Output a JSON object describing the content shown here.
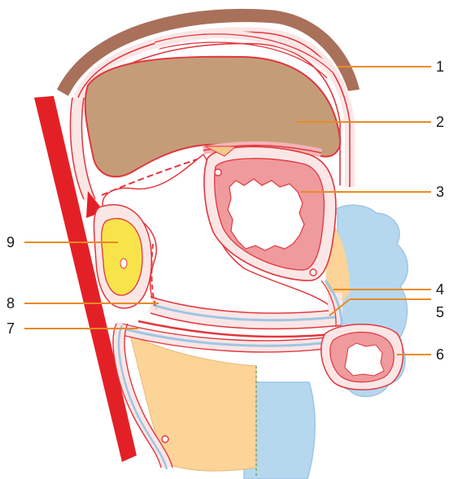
{
  "labels": {
    "l1": "1",
    "l2": "2",
    "l3": "3",
    "l4": "4",
    "l5": "5",
    "l6": "6",
    "l7": "7",
    "l8": "8",
    "l9": "9"
  },
  "colors": {
    "wall_outer": "#a9705a",
    "tan_organ": "#c49d78",
    "membrane_red": "#e2363d",
    "pink": "#ef9a9d",
    "light_pink": "#fbe6e6",
    "aorta_red": "#e42027",
    "yellow": "#f8e34a",
    "light_blue": "#b5d8ef",
    "peach": "#fcd497",
    "leader_orange": "#e98a22"
  }
}
